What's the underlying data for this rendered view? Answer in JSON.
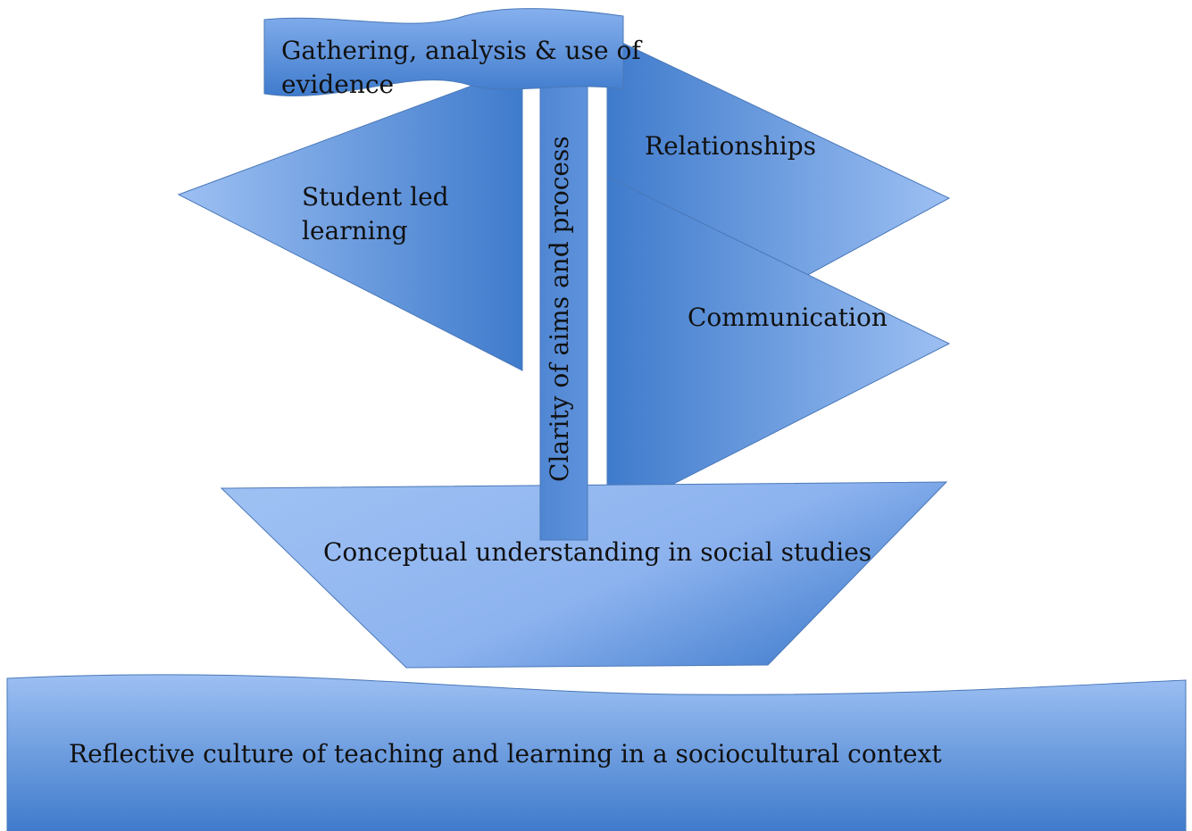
{
  "labels": {
    "banner": [
      "Gathering, analysis & use of",
      "evidence"
    ],
    "student_led_learning": [
      "Student led",
      "learning"
    ],
    "relationships": "Relationships",
    "communication": "Communication",
    "mast": "Clarity of aims and process",
    "hull": "Conceptual understanding in social studies",
    "sea": "Reflective culture of teaching and learning in a sociocultural context"
  },
  "colors": {
    "light_blue": "#93b7f0",
    "mid_blue": "#5f8fd8",
    "dark_blue": "#3d78c9",
    "outline": "#4a78b8",
    "text": "#111111"
  }
}
